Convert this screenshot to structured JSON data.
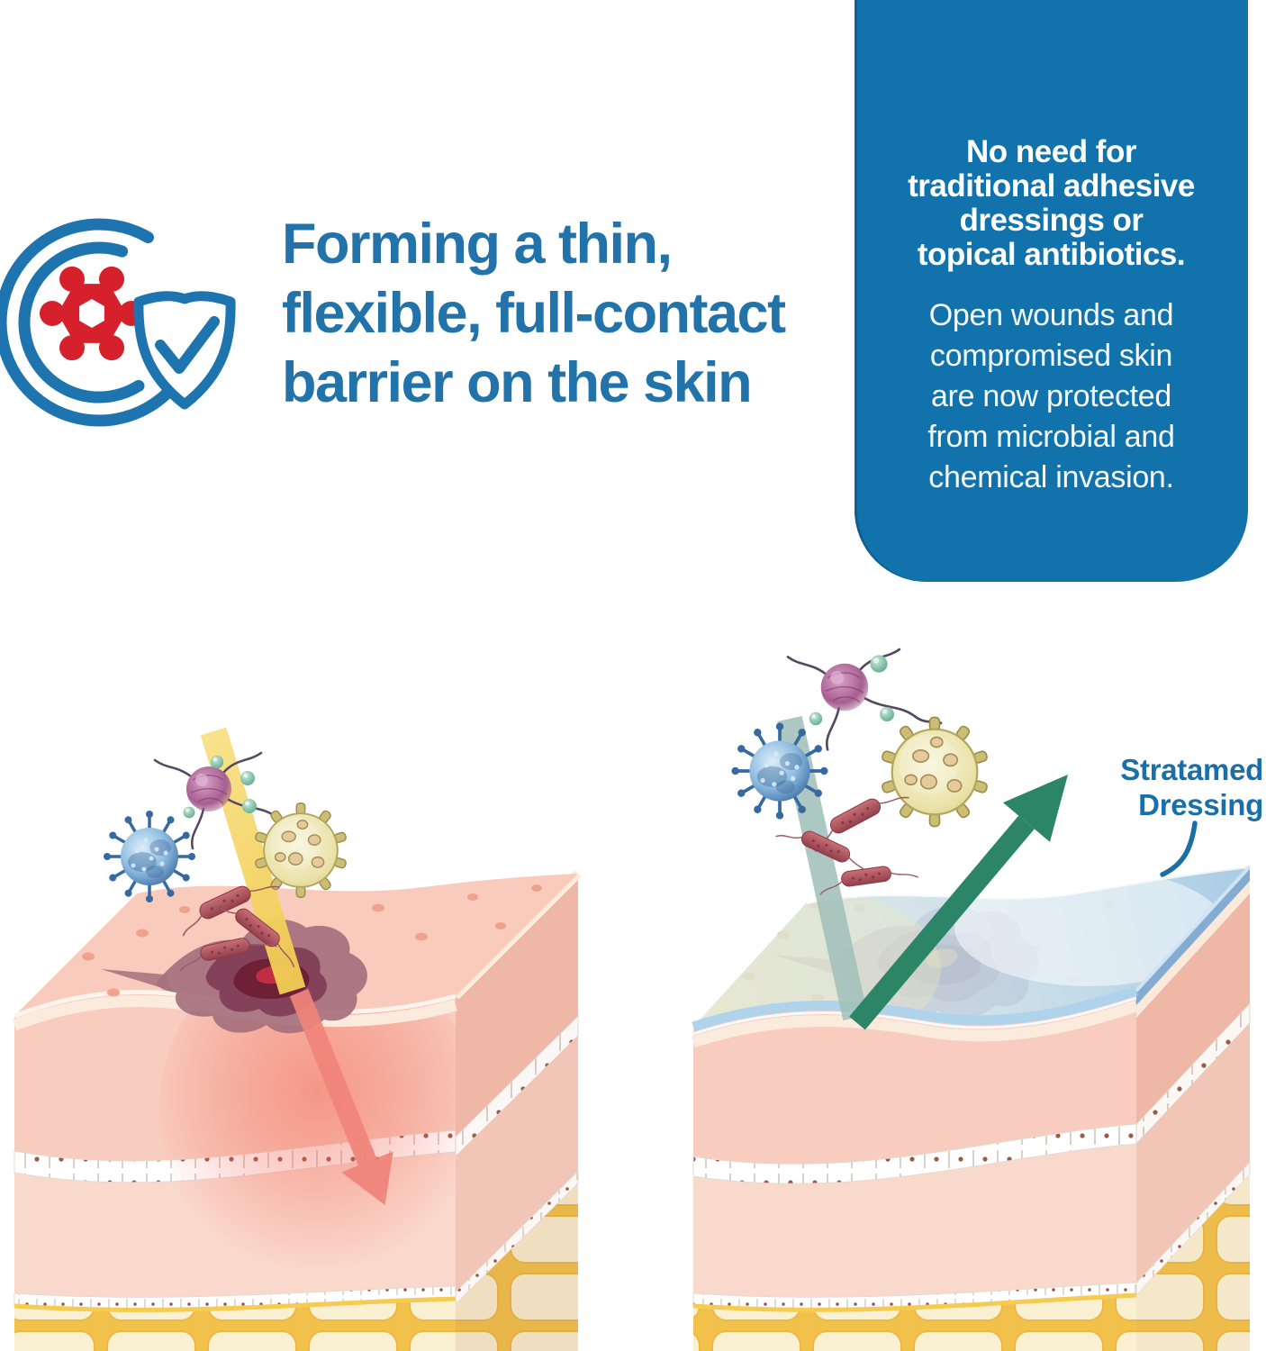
{
  "colors": {
    "brand_blue": "#1E74AE",
    "panel_blue": "#1172AC",
    "alert_red": "#D6202B",
    "heading_blue": "#2273A9",
    "label_blue": "#1A6FA8",
    "deflect_green": "#2B8566",
    "attack_beam_yellow": "#F6D76B",
    "penetration_arrow_red": "#F0837A"
  },
  "heading": {
    "line1": "Forming a thin,",
    "line2": "flexible, full-contact",
    "line3": "barrier on the skin"
  },
  "panel": {
    "bold_line1": "No need for",
    "bold_line2": "traditional adhesive",
    "bold_line3": "dressings or",
    "bold_line4": "topical antibiotics.",
    "body_line1": "Open wounds and",
    "body_line2": "compromised skin",
    "body_line3": "are now protected",
    "body_line4": "from microbial and",
    "body_line5": "chemical invasion."
  },
  "dressing_label": {
    "line1": "Stratamed",
    "line2": "Dressing"
  }
}
